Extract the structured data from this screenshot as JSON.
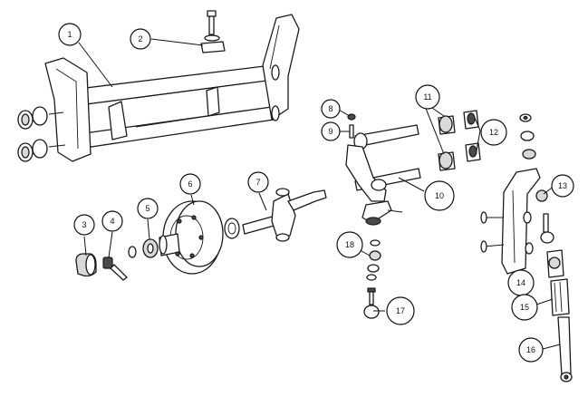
{
  "callouts": [
    {
      "id": "1",
      "label": "1"
    },
    {
      "id": "2",
      "label": "2"
    },
    {
      "id": "3",
      "label": "3"
    },
    {
      "id": "4",
      "label": "4"
    },
    {
      "id": "5",
      "label": "5"
    },
    {
      "id": "6",
      "label": "6"
    },
    {
      "id": "7",
      "label": "7"
    },
    {
      "id": "8",
      "label": "8"
    },
    {
      "id": "9",
      "label": "9"
    },
    {
      "id": "10",
      "label": "10"
    },
    {
      "id": "11",
      "label": "11"
    },
    {
      "id": "12",
      "label": "12"
    },
    {
      "id": "13",
      "label": "13"
    },
    {
      "id": "14",
      "label": "14"
    },
    {
      "id": "15",
      "label": "15"
    },
    {
      "id": "16",
      "label": "16"
    },
    {
      "id": "17",
      "label": "17"
    },
    {
      "id": "18",
      "label": "18"
    }
  ],
  "colors": {
    "line": "#1a1a1a",
    "fill": "#ffffff",
    "shade": "#d9d9d9"
  }
}
